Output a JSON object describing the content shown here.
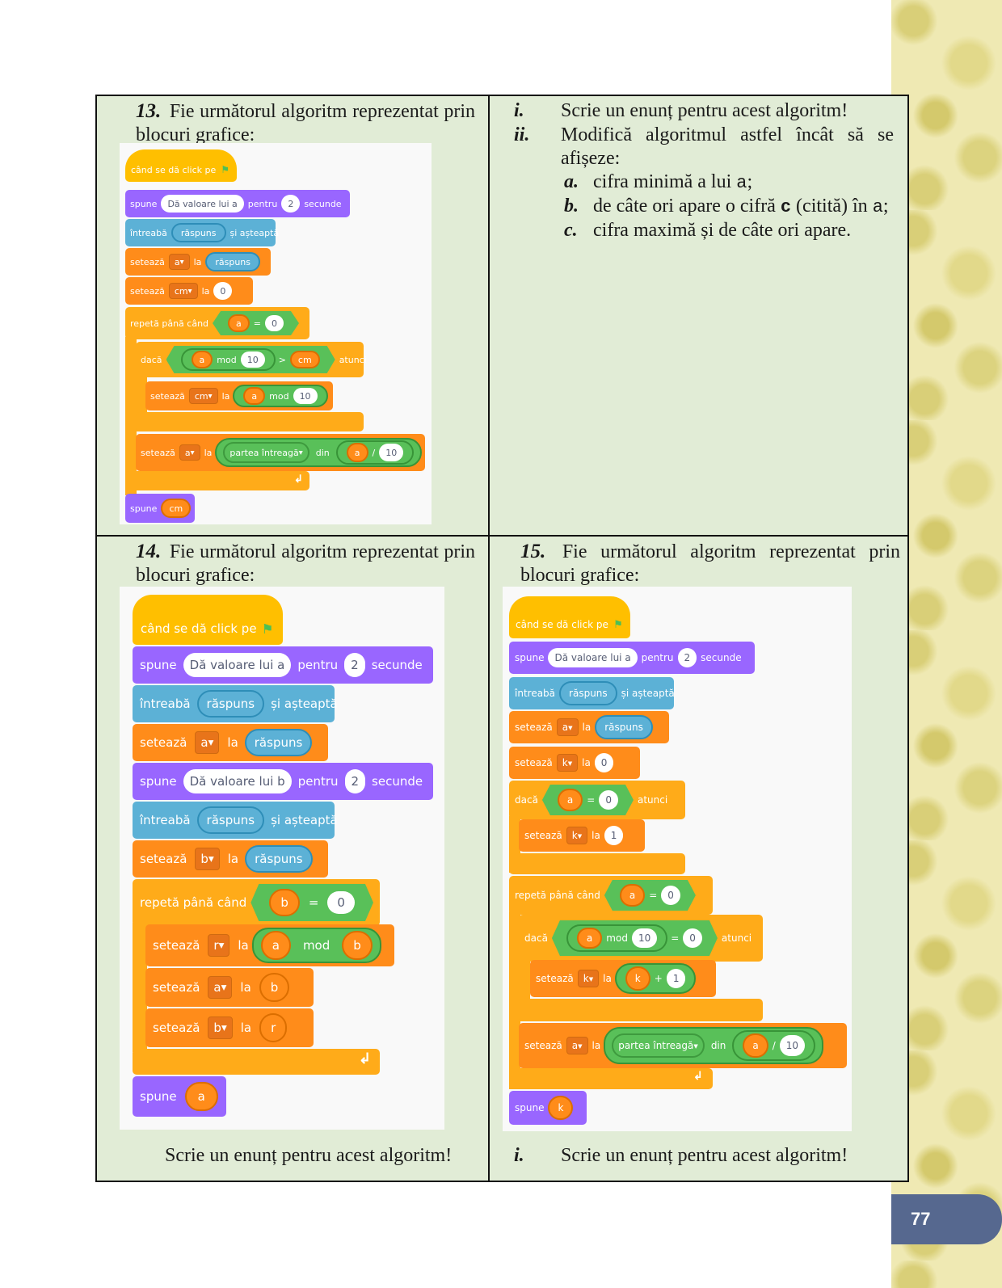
{
  "page_number": "77",
  "p13": {
    "num": "13.",
    "text": "Fie următorul algoritm reprezentat prin blocuri grafice:",
    "blocks": {
      "hat": "când se dă click pe",
      "say": "spune",
      "say_text": "Dă valoare lui a",
      "for": "pentru",
      "secs": "2",
      "seconds": "secunde",
      "ask": "întreabă",
      "answer": "răspuns",
      "wait": "și așteaptă",
      "set": "setează",
      "to": "la",
      "var_a": "a",
      "var_cm": "cm",
      "zero": "0",
      "repeat": "repetă până când",
      "eq": "=",
      "if": "dacă",
      "mod": "mod",
      "ten": "10",
      "gt": ">",
      "then": "atunci",
      "floor": "partea întreagă",
      "of": "din",
      "div": "/",
      "say_var": "cm"
    }
  },
  "questions13": {
    "i_mark": "i.",
    "i_text": "Scrie un enunț pentru acest algoritm!",
    "ii_mark": "ii.",
    "ii_text": "Modifică algoritmul astfel încât să se afișeze:",
    "a_mark": "a.",
    "a_text": "cifra minimă a lui ",
    "a_code": "a",
    "a_end": ";",
    "b_mark": "b.",
    "b_text1": "de câte ori apare o cifră ",
    "b_code1": "c",
    "b_text2": " (citită) în ",
    "b_code2": "a",
    "b_end": ";",
    "c_mark": "c.",
    "c_text": "cifra maximă și de câte ori apare."
  },
  "p14": {
    "num": "14.",
    "text": "Fie următorul algoritm reprezentat prin blocuri grafice:",
    "question": "Scrie un enunț pentru acest algoritm!",
    "blocks": {
      "hat": "când se dă click pe",
      "say": "spune",
      "say_a": "Dă valoare lui a",
      "say_b": "Dă valoare lui b",
      "for": "pentru",
      "secs": "2",
      "seconds": "secunde",
      "ask": "întreabă",
      "answer": "răspuns",
      "wait": "și așteaptă",
      "set": "setează",
      "to": "la",
      "var_a": "a",
      "var_b": "b",
      "var_r": "r",
      "zero": "0",
      "repeat": "repetă până când",
      "eq": "=",
      "mod": "mod",
      "say_var": "a"
    }
  },
  "p15": {
    "num": "15.",
    "text": "Fie următorul algoritm reprezentat prin blocuri grafice:",
    "q_mark": "i.",
    "question": "Scrie un enunț pentru acest algoritm!",
    "blocks": {
      "hat": "când se dă click pe",
      "say": "spune",
      "say_text": "Dă valoare lui a",
      "for": "pentru",
      "secs": "2",
      "seconds": "secunde",
      "ask": "întreabă",
      "answer": "răspuns",
      "wait": "și așteaptă",
      "set": "setează",
      "to": "la",
      "var_a": "a",
      "var_k": "k",
      "zero": "0",
      "one": "1",
      "ten": "10",
      "if": "dacă",
      "then": "atunci",
      "repeat": "repetă până când",
      "eq": "=",
      "mod": "mod",
      "plus": "+",
      "floor": "partea întreagă",
      "of": "din",
      "div": "/",
      "say_var": "k"
    }
  }
}
